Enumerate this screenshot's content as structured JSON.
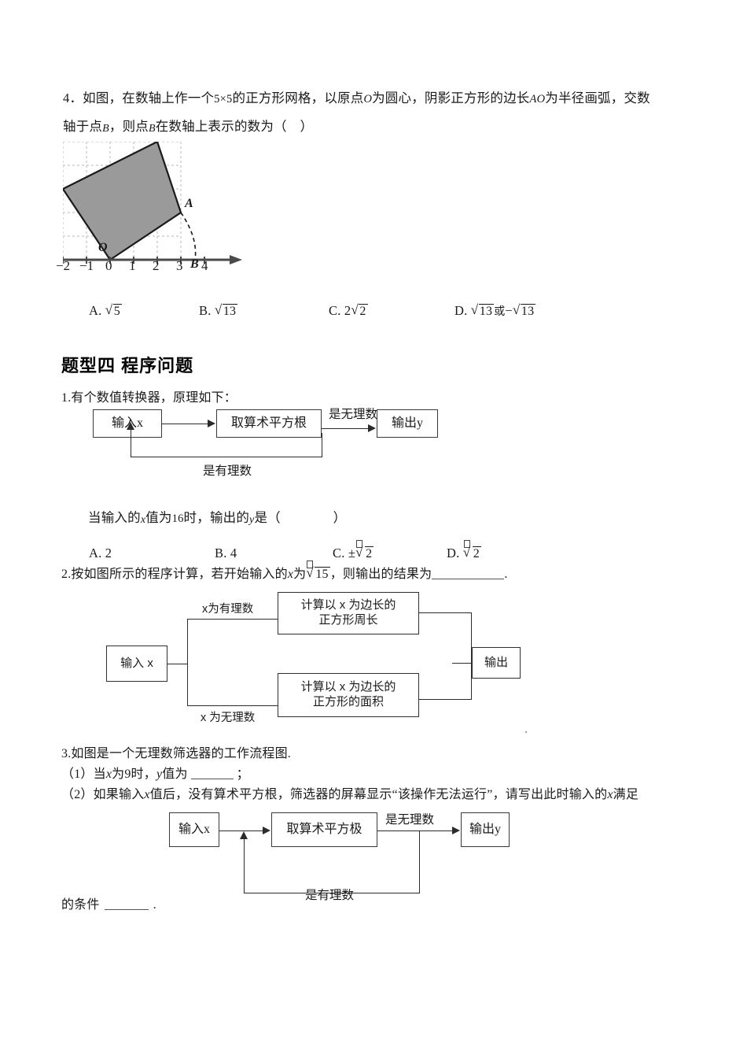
{
  "question4": {
    "number": "4．",
    "line1_a": "如图，在数轴上作一个",
    "line1_size": "5×5",
    "line1_b": "的正方形网格，以原点",
    "line1_o": "O",
    "line1_c": "为圆心，阴影正方形的边长",
    "line1_ao": "AO",
    "line1_d": "为半径画弧，交数",
    "line2_a": "轴于点",
    "line2_b1": "B",
    "line2_b": "，则点",
    "line2_b2": "B",
    "line2_c": "在数轴上表示的数为（　）",
    "figure": {
      "axis_labels": [
        "−2",
        "−1",
        "0",
        "1",
        "2",
        "3",
        "4"
      ],
      "point_b_label": "B",
      "point_a_label": "A",
      "origin_label": "O",
      "grid_size": "5×5",
      "square_vertices": "(0,0) (3,2) (1,5) (-2,3)",
      "shade_color": "#9a9a9a"
    },
    "options": [
      {
        "key": "A.",
        "radicand": "5",
        "prefix": "",
        "suffix": ""
      },
      {
        "key": "B.",
        "radicand": "13",
        "prefix": "",
        "suffix": ""
      },
      {
        "key": "C.",
        "radicand": "2",
        "prefix": "2",
        "suffix": ""
      },
      {
        "key": "D.",
        "radicand": "13",
        "prefix": "",
        "suffix": "或"
      },
      {
        "key": "",
        "radicand": "13",
        "prefix": "−",
        "suffix": ""
      }
    ]
  },
  "section": {
    "title": "题型四  程序问题"
  },
  "question1": {
    "number": "1.",
    "stem": "有个数值转换器，原理如下：",
    "flowchart": {
      "input_box": "输入x",
      "process_box": "取算术平方根",
      "output_box": "输出y",
      "label_irrational": "是无理数",
      "label_rational": "是有理数"
    },
    "prompt_a": "当输入的",
    "prompt_x": "x",
    "prompt_b": "值为",
    "prompt_val": "16",
    "prompt_c": "时，输出的",
    "prompt_y": "y",
    "prompt_d": "是（　　　　）",
    "options": [
      {
        "key": "A.",
        "text": "2",
        "radical": false
      },
      {
        "key": "B.",
        "text": "4",
        "radical": false
      },
      {
        "key": "C.",
        "text": "±",
        "radical": true,
        "radicand": "2"
      },
      {
        "key": "D.",
        "text": "",
        "radical": true,
        "radicand": "2"
      }
    ]
  },
  "question2": {
    "number": "2.",
    "text_a": "按如图所示的程序计算，若开始输入的",
    "text_x": "x",
    "text_b": "为",
    "radicand": "15",
    "text_c": "，则输出的结果为",
    "text_end": ".",
    "flowchart": {
      "input_box": "输入 x",
      "branch_rational": "x为有理数",
      "branch_irrational": "x 为无理数",
      "box_perimeter_l1": "计算以 x 为边长的",
      "box_perimeter_l2": "正方形周长",
      "box_area_l1": "计算以 x 为边长的",
      "box_area_l2": "正方形的面积",
      "output_box": "输出"
    }
  },
  "question3": {
    "number": "3.",
    "stem": "如图是一个无理数筛选器的工作流程图.",
    "part1_a": "（1）当",
    "part1_x": "x",
    "part1_b": "为9时，",
    "part1_y": "y",
    "part1_c": "值为",
    "part1_d": "；",
    "part2_a": "（2）如果输入",
    "part2_x1": "x",
    "part2_b": "值后，没有算术平方根，筛选器的屏幕显示“该操作无法运行”，请写出此时输入的",
    "part2_x2": "x",
    "part2_c": "满足",
    "tail_a": "的条件",
    "tail_b": ".",
    "flowchart": {
      "input_box": "输入x",
      "process_box": "取算术平方极",
      "output_box": "输出y",
      "label_irrational": "是无理数",
      "label_rational": "是有理数"
    }
  }
}
